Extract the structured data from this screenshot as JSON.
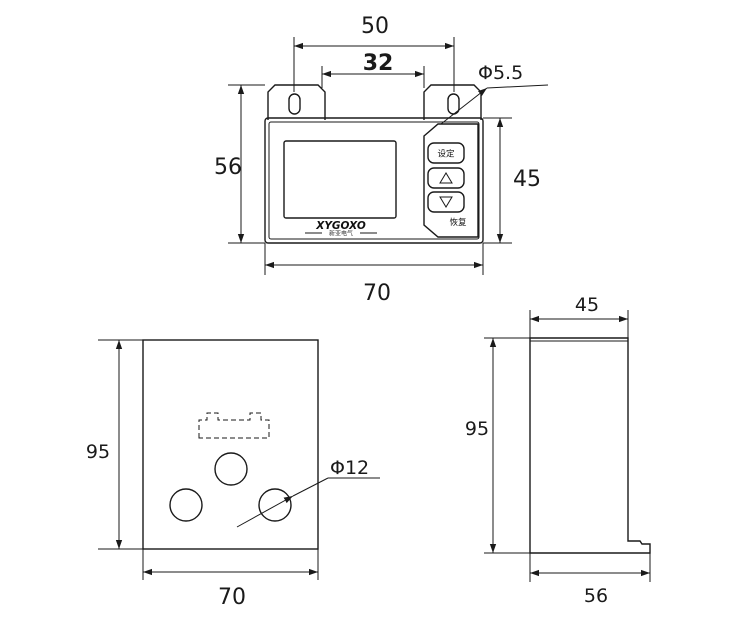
{
  "front_view": {
    "dim_top_outer": "50",
    "dim_top_inner": "32",
    "dim_hole": "Φ5.5",
    "dim_left_height": "56",
    "dim_right_height": "45",
    "dim_width": "70",
    "buttons": {
      "set_label": "设定",
      "up_symbol": "△",
      "down_symbol": "▽",
      "reset_label": "恢复"
    },
    "brand": "XYGOXO",
    "brand_sub": "新亚电气"
  },
  "back_view": {
    "dim_height": "95",
    "dim_width": "70",
    "dim_hole": "Φ12"
  },
  "side_view": {
    "dim_top": "45",
    "dim_height": "95",
    "dim_bottom": "56"
  }
}
